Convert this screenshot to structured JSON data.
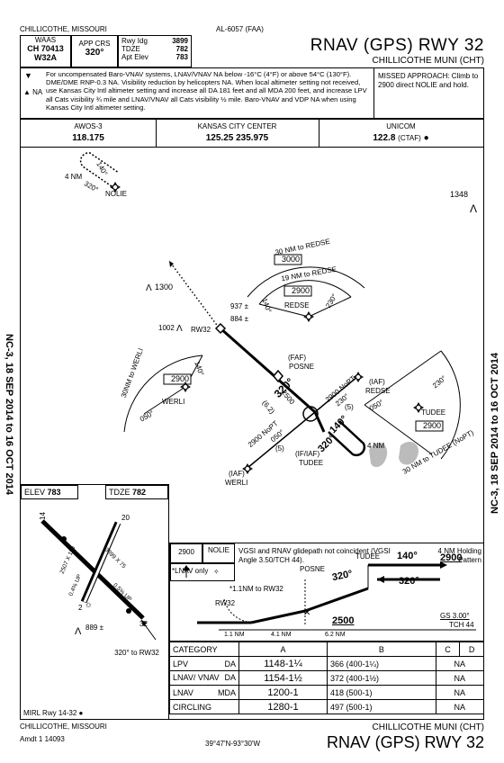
{
  "header": {
    "location_top": "CHILLICOTHE, MISSOURI",
    "procedure_id": "AL-6057 (FAA)",
    "title": "RNAV (GPS) RWY 32",
    "airport": "CHILLICOTHE MUNI (CHT)",
    "waas_label": "WAAS",
    "ch_label": "CH",
    "ch_value": "70413",
    "waas_id": "W32A",
    "app_crs_label": "APP CRS",
    "app_crs_value": "320°",
    "rwy_ldg_label": "Rwy Idg",
    "rwy_ldg_value": "3899",
    "tdze_label": "TDZE",
    "tdze_value": "782",
    "apt_elev_label": "Apt Elev",
    "apt_elev_value": "783"
  },
  "notes": {
    "na_label": "NA",
    "text": "For uncompensated Baro-VNAV systems, LNAV/VNAV NA below -16°C (4°F) or above 54°C (130°F). DME/DME RNP-0.3 NA. Visibility reduction by helicopters NA. When local altimeter setting not received, use Kansas City Intl altimeter setting and increase all DA 181 feet and all MDA 200 feet, and increase LPV all Cats visibility ¾ mile and LNAV/VNAV all Cats visibility ½ mile. Baro-VNAV and VDP NA when using Kansas City Intl altimeter setting.",
    "missed_approach": "MISSED APPROACH: Climb to 2900 direct NOLIE and hold."
  },
  "comms": {
    "awos_label": "AWOS-3",
    "awos_freq": "118.175",
    "kc_label": "KANSAS CITY CENTER",
    "kc_freq": "125.25  235.975",
    "unicom_label": "UNICOM",
    "unicom_freq": "122.8",
    "unicom_ctaf": "(CTAF)"
  },
  "plan": {
    "nolie": "NOLIE",
    "hold_nm": "4 NM",
    "hold_140": "140°",
    "hold_320": "320°",
    "obst_1348": "1348",
    "obst_1300": "1300",
    "obst_1002": "1002",
    "obst_937": "937",
    "obst_884": "884",
    "rw32": "RW32",
    "taa_30nm_redse": "30 NM to REDSE",
    "taa_19nm_redse": "19 NM to REDSE",
    "alt_3000": "3000",
    "alt_2900_a": "2900",
    "redse_label": "REDSE",
    "crs_140": "140°",
    "crs_230": "230°",
    "faf": "(FAF)",
    "posne": "POSNE",
    "seg_2500": "2500",
    "seg_62": "(6.2)",
    "app_320": "320°",
    "taa_30nm_werli": "30NM to WERLI",
    "werli_140": "140°",
    "alt_2900_b": "2900",
    "werli_label": "WERLI",
    "werli_050": "050°",
    "iaf_redse": "(IAF)",
    "redse_iaf": "REDSE",
    "nopt_2900_a": "2900 NoPT",
    "seg_230": "230°",
    "seg_5_a": "(5)",
    "tudee_right": "TUDEE",
    "tudee_230": "230°",
    "tudee_050": "050°",
    "alt_2900_c": "2900",
    "taa_30nm_tudee": "30 NM to TUDEE (NoPT)",
    "nopt_2900_b": "2900 NoPT",
    "seg_050": "050°",
    "seg_5_b": "(5)",
    "tudee_140": "140°",
    "tudee_320": "320°",
    "tudee_4nm": "4 NM",
    "if_iaf": "(IF/IAF)",
    "tudee_fix": "TUDEE",
    "iaf_werli": "(IAF)",
    "werli_fix": "WERLI",
    "side_date": "NC-3, 18 SEP 2014 to 16 OCT 2014"
  },
  "airport_diagram": {
    "elev_label": "ELEV",
    "elev_value": "783",
    "tdze_label": "TDZE",
    "tdze_value": "782",
    "rwy_14": "14",
    "rwy_2": "2",
    "rwy_32": "32",
    "rwy_20": "20",
    "rwy_dim_a": "3899 X 75",
    "rwy_dim_b": "2507 X 110",
    "slope_a": "0.5% UP",
    "slope_b": "0.4% UP",
    "obst_889": "889",
    "crs_note": "320° to RW32",
    "lighting": "MIRL Rwy 14-32"
  },
  "profile": {
    "alt_2900": "2900",
    "nolie": "NOLIE",
    "vgsi_note": "VGSI and RNAV glidepath not coincident (VGSI Angle 3.50/TCH 44).",
    "hold_pattern": "4 NM Holding Pattern",
    "lnav_only": "*LNAV only",
    "nm_to_rw32": "*1.1NM to RW32",
    "rw32": "RW32",
    "posne": "POSNE",
    "tudee": "TUDEE",
    "crs_140": "140°",
    "crs_320_a": "320°",
    "crs_320_b": "320°",
    "alt_2900_r": "2900",
    "alt_2500": "2500",
    "gs": "GS 3.00°",
    "tch": "TCH 44",
    "dist_1": "1.1 NM",
    "dist_2": "4.1 NM",
    "dist_3": "6.2 NM"
  },
  "minimums": {
    "headers": [
      "CATEGORY",
      "A",
      "B",
      "C",
      "D"
    ],
    "rows": [
      {
        "cat": "LPV",
        "type": "DA",
        "ab": "1148-1¼",
        "abx": "366 (400-1¼)",
        "cd": "NA"
      },
      {
        "cat": "LNAV/ VNAV",
        "type": "DA",
        "ab": "1154-1½",
        "abx": "372 (400-1½)",
        "cd": "NA"
      },
      {
        "cat": "LNAV",
        "type": "MDA",
        "ab": "1200-1",
        "abx": "418 (500-1)",
        "cd": "NA"
      },
      {
        "cat": "CIRCLING",
        "type": "",
        "ab": "1280-1",
        "abx": "497 (500-1)",
        "cd": "NA"
      }
    ]
  },
  "footer": {
    "location": "CHILLICOTHE, MISSOURI",
    "amendment": "Amdt 1  14093",
    "coords": "39°47'N-93°30'W",
    "airport": "CHILLICOTHE MUNI (CHT)",
    "title": "RNAV (GPS) RWY 32"
  }
}
